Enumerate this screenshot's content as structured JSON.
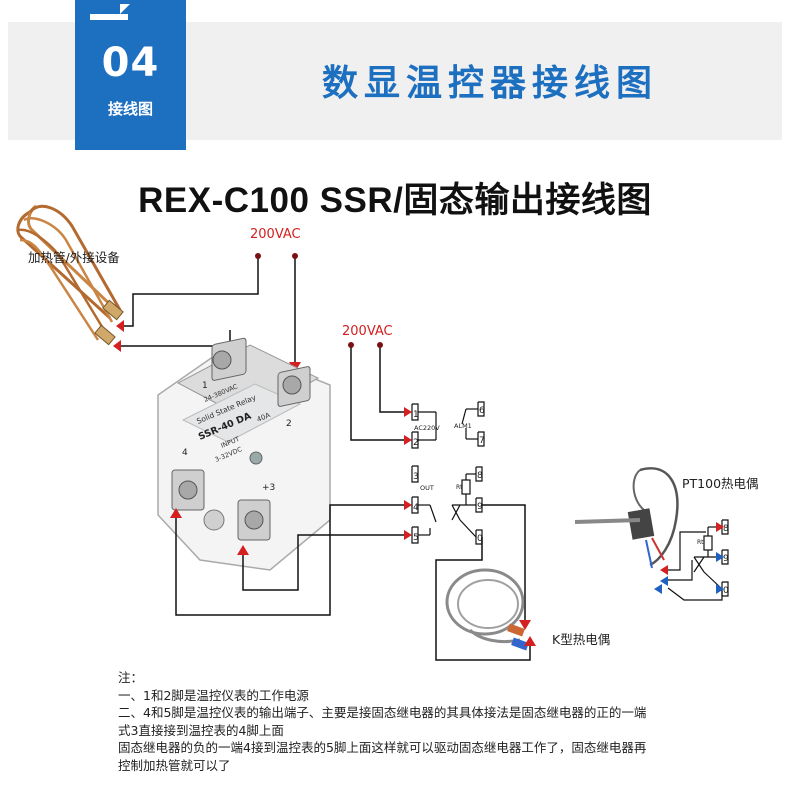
{
  "badge": {
    "number": "04",
    "label": "接线图"
  },
  "banner": {
    "title": "数显温控器接线图"
  },
  "diagram": {
    "title": "REX-C100 SSR/固态输出接线图",
    "heater_label": "加热管/外接设备",
    "voltage_label_1": "200VAC",
    "voltage_label_2": "200VAC",
    "ssr": {
      "label_voltage_top": "24-380VAC",
      "label_name": "Solid State Relay",
      "label_model": "SSR-40 DA",
      "label_current": "40A",
      "label_input": "INPUT",
      "label_input_range": "3-32VDC",
      "terminal_1": "1",
      "terminal_2": "2",
      "terminal_3": "+3",
      "terminal_4": "4"
    },
    "controller": {
      "pin_1": "1",
      "pin_2": "2",
      "pin_3": "3",
      "pin_4": "4",
      "pin_5": "5",
      "pin_6": "6",
      "pin_7": "7",
      "pin_8": "8",
      "pin_9": "9",
      "pin_10": "0",
      "label_ac": "AC220V",
      "label_alm": "ALM1",
      "label_out": "OUT",
      "label_rt": "Rt"
    },
    "pt100": {
      "label": "PT100热电偶",
      "pin_8": "8",
      "pin_9": "9",
      "pin_10": "0",
      "label_rt": "Rt"
    },
    "k_type_label": "K型热电偶"
  },
  "notes": {
    "heading": "注：",
    "line_1": "一、1和2脚是温控仪表的工作电源",
    "line_2": "二、4和5脚是温控仪表的输出端子、主要是接固态继电器的其具体接法是固态继电器的正的一端",
    "line_3": "式3直接接到温控表的4脚上面",
    "line_4": "固态继电器的负的一端4接到温控表的5脚上面这样就可以驱动固态继电器工作了，固态继电器再",
    "line_5": "控制加热管就可以了"
  },
  "colors": {
    "brand_blue": "#1d6fc0",
    "wire": "#111111",
    "arrow_red": "#d42020",
    "arrow_blue": "#2060c0"
  }
}
